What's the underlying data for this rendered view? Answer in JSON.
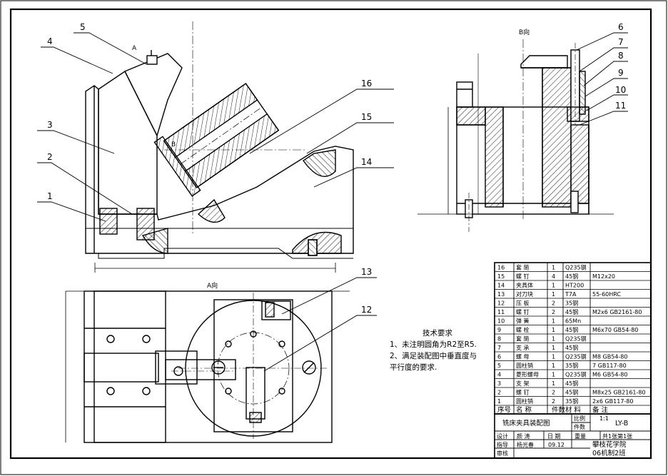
{
  "views": {
    "view_b_label": "B向",
    "view_a_label": "A向",
    "small_b": "B",
    "small_a": "A"
  },
  "balloons": [
    "1",
    "2",
    "3",
    "4",
    "5",
    "6",
    "7",
    "8",
    "9",
    "10",
    "11",
    "12",
    "13",
    "14",
    "15",
    "16"
  ],
  "tech_requirements": {
    "title": "技术要求",
    "line1": "1、未注明圆角为R2至R5.",
    "line2": "2、满足装配图中垂直度与",
    "line3": "平行度的要求."
  },
  "bom": {
    "header": {
      "no": "序号",
      "name": "名  称",
      "qty": "件数",
      "mat": "材 料",
      "remark": "备    注"
    },
    "rows": [
      {
        "no": "16",
        "name": "套  筒",
        "qty": "1",
        "mat": "Q235钢",
        "remark": ""
      },
      {
        "no": "15",
        "name": "螺  钉",
        "qty": "4",
        "mat": "45钢",
        "remark": "M12x20"
      },
      {
        "no": "14",
        "name": "夹具体",
        "qty": "1",
        "mat": "HT200",
        "remark": ""
      },
      {
        "no": "13",
        "name": "对刀块",
        "qty": "1",
        "mat": "T7A",
        "remark": "55-60HRC"
      },
      {
        "no": "12",
        "name": "压  板",
        "qty": "2",
        "mat": "35钢",
        "remark": ""
      },
      {
        "no": "11",
        "name": "螺  钉",
        "qty": "2",
        "mat": "45钢",
        "remark": "M2x6 GB2161-80"
      },
      {
        "no": "10",
        "name": "弹  簧",
        "qty": "1",
        "mat": "65Mn",
        "remark": ""
      },
      {
        "no": "9",
        "name": "螺  栓",
        "qty": "1",
        "mat": "45钢",
        "remark": "M6x70 GB54-80"
      },
      {
        "no": "8",
        "name": "套  筒",
        "qty": "1",
        "mat": "Q235钢",
        "remark": ""
      },
      {
        "no": "7",
        "name": "支  承",
        "qty": "1",
        "mat": "45钢",
        "remark": ""
      },
      {
        "no": "6",
        "name": "螺  母",
        "qty": "1",
        "mat": "Q235钢",
        "remark": "M8 GB54-80"
      },
      {
        "no": "5",
        "name": "圆柱销",
        "qty": "1",
        "mat": "35钢",
        "remark": "7 GB117-80"
      },
      {
        "no": "4",
        "name": "菱形螺母",
        "qty": "1",
        "mat": "Q235钢",
        "remark": "M6 GB54-80"
      },
      {
        "no": "3",
        "name": "支  架",
        "qty": "1",
        "mat": "45钢",
        "remark": ""
      },
      {
        "no": "2",
        "name": "螺  钉",
        "qty": "2",
        "mat": "45钢",
        "remark": "M8x25 GB2161-80"
      },
      {
        "no": "1",
        "name": "圆柱销",
        "qty": "2",
        "mat": "35钢",
        "remark": "2x6 GB117-80"
      }
    ]
  },
  "title_block": {
    "drawing_title": "铣床夹具装配图",
    "scale_label": "比例",
    "scale_value": "1:1",
    "count_label": "件数",
    "drawing_no": "LY-B",
    "designer_label": "设计",
    "designer": "颜  涛",
    "date_label": "日  期",
    "weight_label": "重量",
    "sheets": "共1张第1张",
    "guide_label": "指导",
    "guide": "杨光春",
    "date": "09.12",
    "school": "攀枝花学院",
    "class": "06机制2班",
    "review_label": "审核"
  }
}
